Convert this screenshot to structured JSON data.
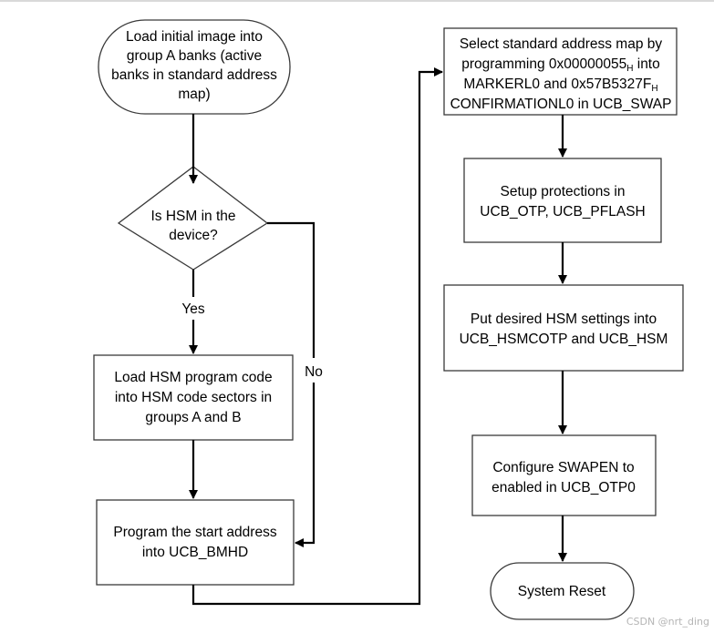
{
  "diagram": {
    "nodes": {
      "start": [
        "Load initial image into",
        "group A banks (active",
        "banks in standard address",
        "map)"
      ],
      "decision": [
        "Is HSM in the",
        "device?"
      ],
      "load_hsm": [
        "Load HSM program code",
        "into HSM code sectors in",
        "groups A and B"
      ],
      "program_bmhd": [
        "Program the start address",
        "into UCB_BMHD"
      ],
      "select_map": {
        "line1": "Select standard address map by",
        "line2_main": "programming 0x00000055",
        "line2_sub": "H",
        "line2_tail": " into",
        "line3_main": "MARKERL0 and 0x57B5327F",
        "line3_sub": "H",
        "line4": "CONFIRMATIONL0 in UCB_SWAP"
      },
      "protections": [
        "Setup protections in",
        "UCB_OTP, UCB_PFLASH"
      ],
      "hsm_settings": [
        "Put desired HSM settings into",
        "UCB_HSMCOTP and UCB_HSM"
      ],
      "swapen": [
        "Configure SWAPEN to",
        "enabled in UCB_OTP0"
      ],
      "reset": "System Reset"
    },
    "edge_labels": {
      "yes": "Yes",
      "no": "No"
    }
  },
  "watermark": "CSDN @nrt_ding"
}
